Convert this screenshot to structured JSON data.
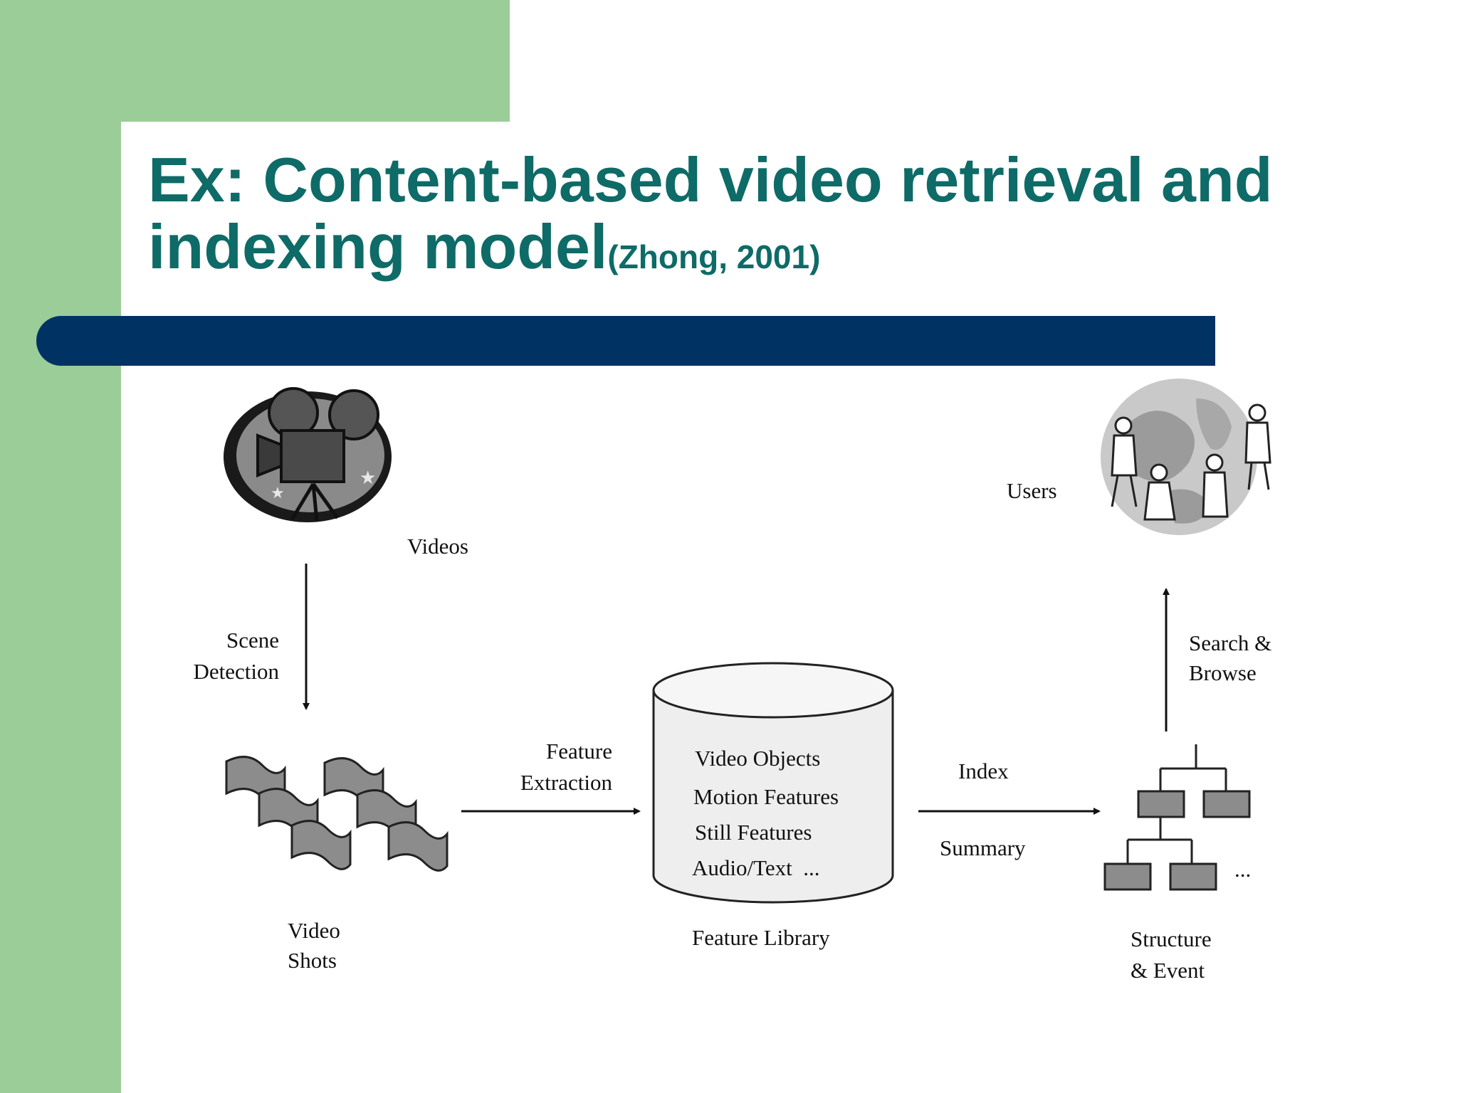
{
  "slide": {
    "title_main": "Ex: Content-based video retrieval and indexing model",
    "title_citation": "(Zhong, 2001)"
  },
  "diagram": {
    "nodes": {
      "videos": "Videos",
      "users": "Users",
      "video_shots": [
        "Video",
        "Shots"
      ],
      "feature_library": "Feature Library",
      "structure_event": [
        "Structure",
        "& Event"
      ],
      "structure_ellipsis": "..."
    },
    "library_items": [
      "Video Objects",
      "Motion Features",
      "Still Features",
      "Audio/Text  ..."
    ],
    "edges": {
      "scene_detection": [
        "Scene",
        "Detection"
      ],
      "feature_extraction": [
        "Feature",
        "Extraction"
      ],
      "index": "Index",
      "summary": "Summary",
      "search_browse": [
        "Search &",
        "Browse"
      ]
    }
  },
  "icons": [
    "video-camera-icon",
    "film-strip-icon",
    "database-cylinder-icon",
    "hierarchy-tree-icon",
    "users-globe-icon"
  ]
}
